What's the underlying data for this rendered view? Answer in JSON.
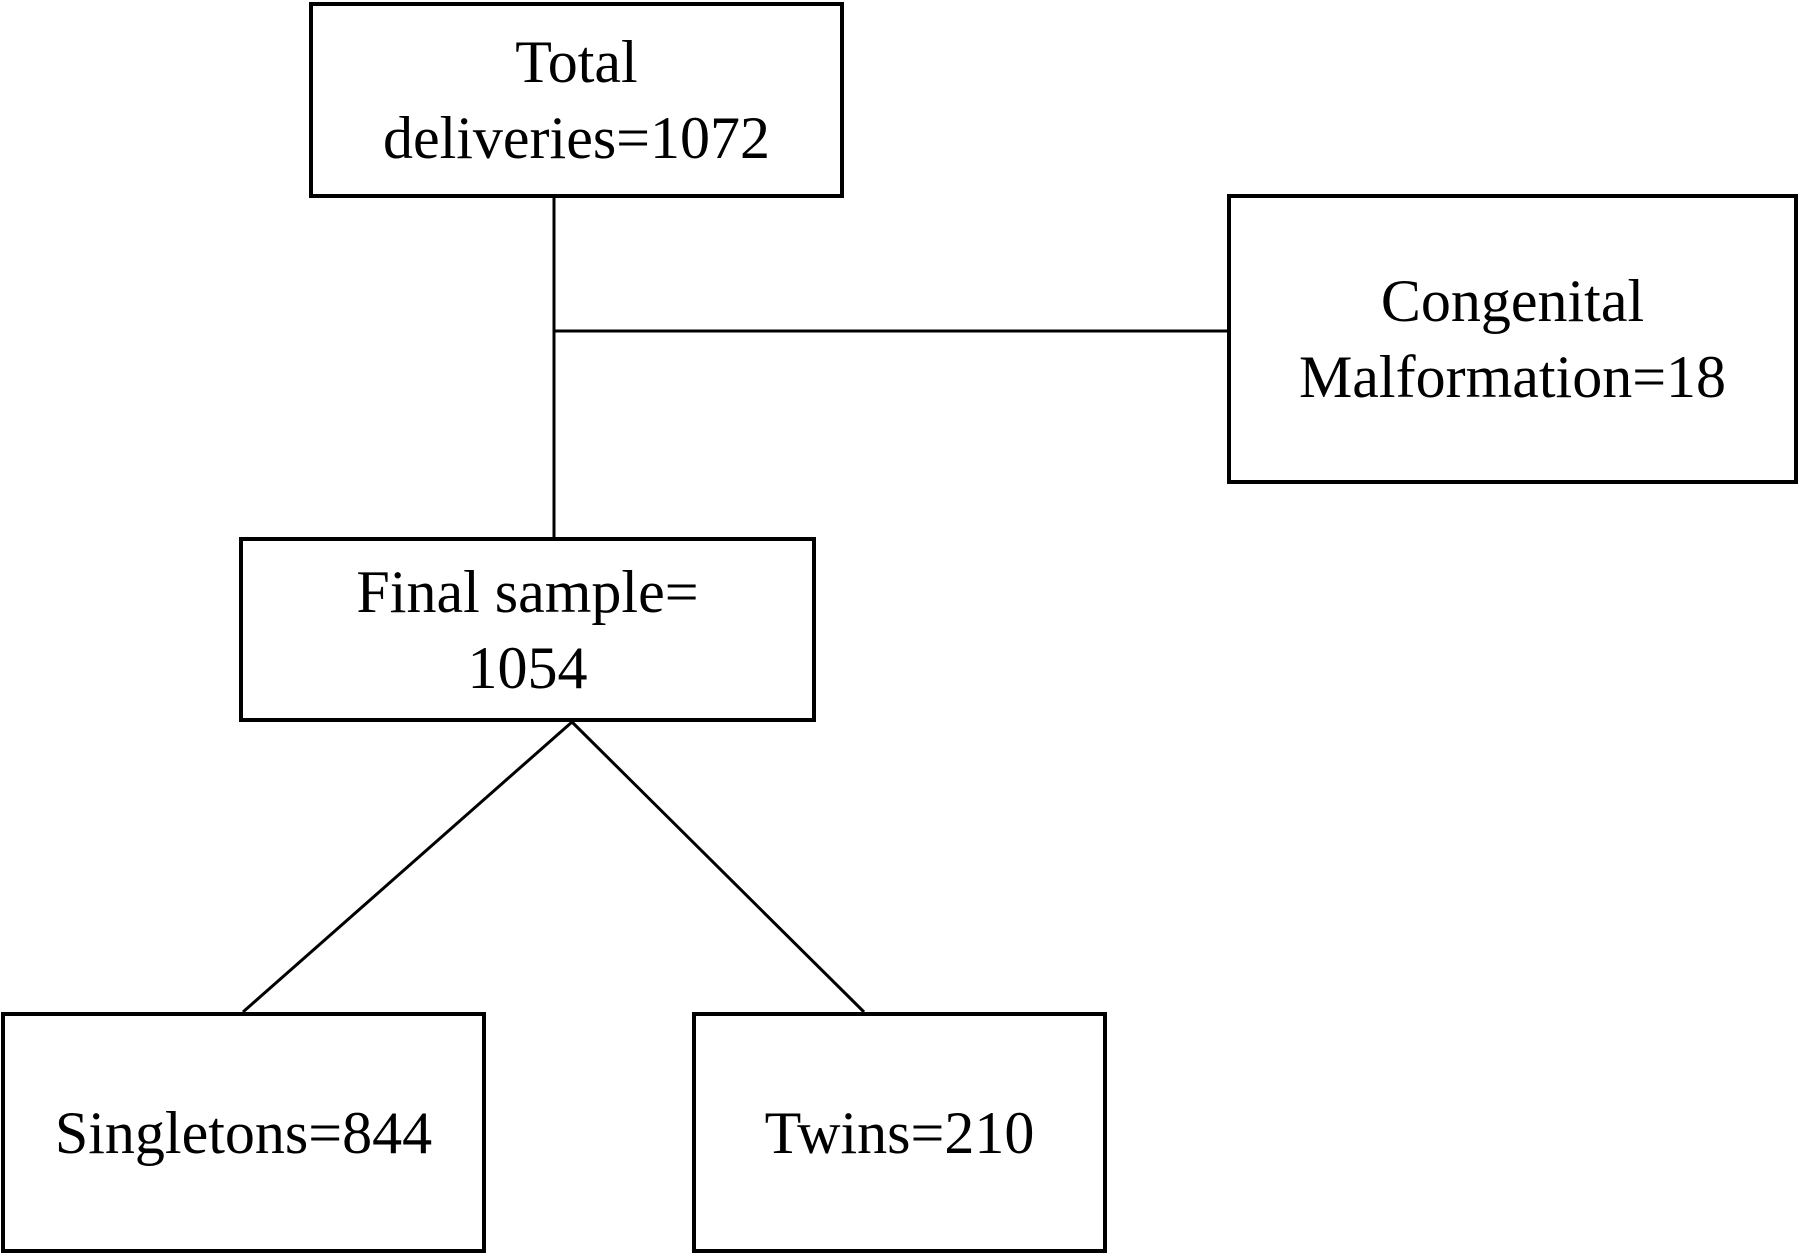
{
  "colors": {
    "line": "#000000",
    "box_border": "#000000",
    "background": "#ffffff",
    "text": "#000000"
  },
  "flowchart": {
    "total": {
      "text": "Total\ndeliveries=1072"
    },
    "congenital": {
      "text": "Congenital\nMalformation=18"
    },
    "final": {
      "text": "Final sample=\n1054"
    },
    "singletons": {
      "text": "Singletons=844"
    },
    "twins": {
      "text": "Twins=210"
    }
  }
}
